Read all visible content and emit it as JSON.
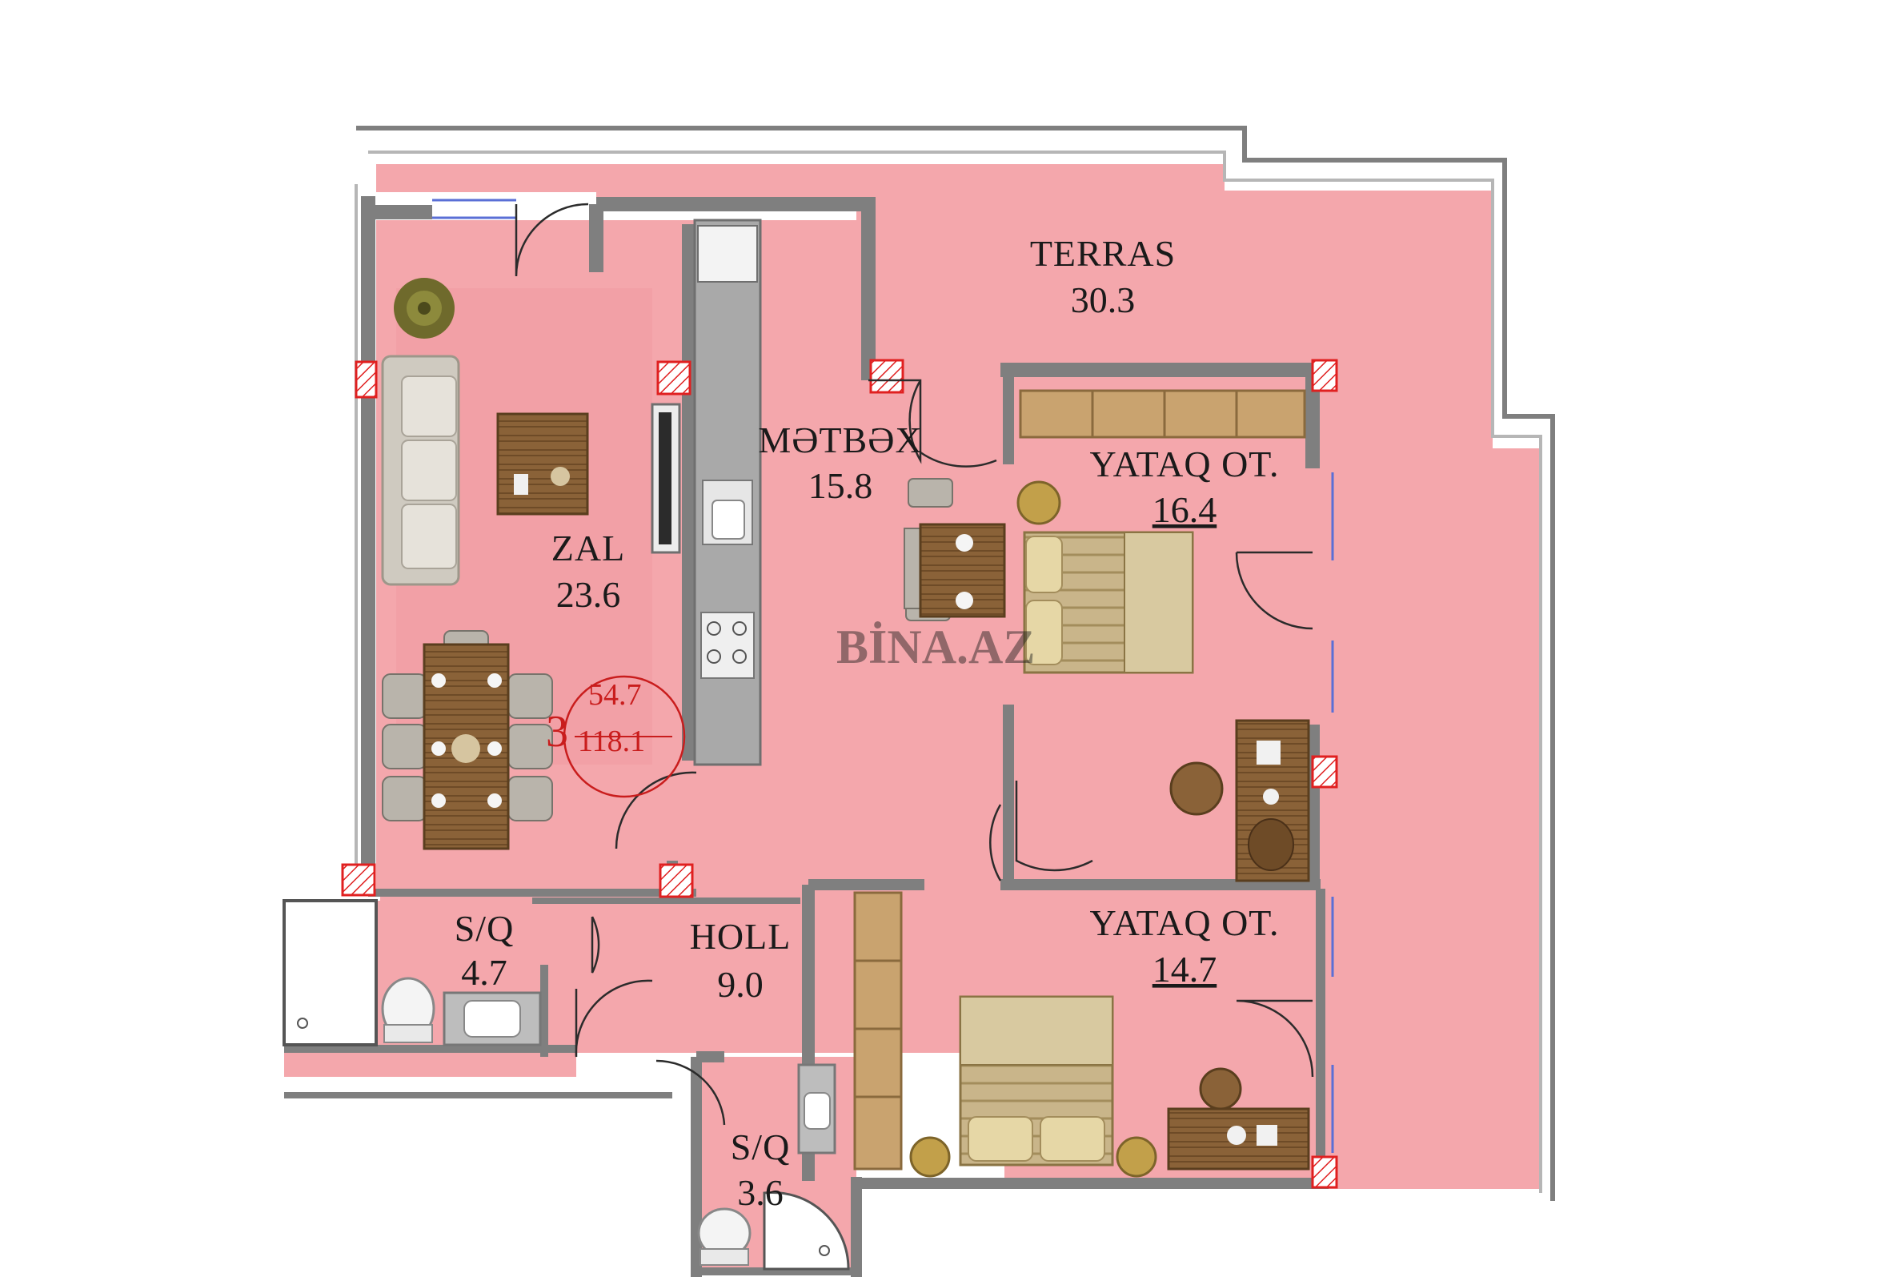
{
  "plan": {
    "watermark": "BİNA.AZ",
    "colors": {
      "room_fill": "#f4a7ac",
      "wall": "#7f7f7f",
      "wall_light": "#b6b6b6",
      "marker_red": "#e02020",
      "wood": "#8a6238",
      "fabric": "#d9d2c3"
    },
    "unit_badge": {
      "number": "3",
      "living_area": "54.7",
      "total_area": "118.1"
    },
    "rooms": [
      {
        "id": "terras",
        "name": "TERRAS",
        "area": "30.3"
      },
      {
        "id": "metbex",
        "name": "MƏTBƏX",
        "area": "15.8"
      },
      {
        "id": "zal",
        "name": "ZAL",
        "area": "23.6"
      },
      {
        "id": "yataq1",
        "name": "YATAQ OT.",
        "area": "16.4"
      },
      {
        "id": "yataq2",
        "name": "YATAQ OT.",
        "area": "14.7"
      },
      {
        "id": "holl",
        "name": "HOLL",
        "area": "9.0"
      },
      {
        "id": "sq1",
        "name": "S/Q",
        "area": "4.7"
      },
      {
        "id": "sq2",
        "name": "S/Q",
        "area": "3.6"
      }
    ],
    "icons": {
      "sofa": "sofa-icon",
      "dining": "dining-table-icon",
      "bed": "bed-icon",
      "toilet": "toilet-icon",
      "sink": "sink-icon",
      "plant": "plant-icon",
      "desk": "desk-icon",
      "wardrobe": "wardrobe-icon"
    }
  }
}
